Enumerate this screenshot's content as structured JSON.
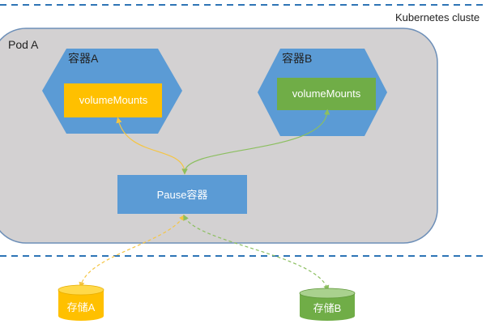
{
  "cluster": {
    "label": "Kubernetes cluste",
    "border_color": "#2E75B6"
  },
  "pod": {
    "label": "Pod A",
    "fill_color": "#D3D1D2",
    "border_color": "#6D8FB8"
  },
  "containers": [
    {
      "label": "容器A",
      "fill_color": "#5B9BD5",
      "mount": {
        "label": "volumeMounts",
        "fill_color": "#FFC000",
        "text_color": "#FFFFFF"
      }
    },
    {
      "label": "容器B",
      "fill_color": "#5B9BD5",
      "mount": {
        "label": "volumeMounts",
        "fill_color": "#70AD47",
        "text_color": "#FFFFFF"
      }
    }
  ],
  "pause": {
    "label": "Pause容器",
    "fill_color": "#5B9BD5",
    "text_color": "#FFFFFF"
  },
  "storage": [
    {
      "label": "存储A",
      "fill_color": "#FFC000",
      "text_color": "#FFFFFF"
    },
    {
      "label": "存储B",
      "fill_color": "#70AD47",
      "text_color": "#FFFFFF"
    }
  ],
  "connectors": {
    "solid_a_color": "#F5C543",
    "solid_b_color": "#8CBF60",
    "dashed_a_color": "#F5C543",
    "dashed_b_color": "#8CBF60"
  }
}
